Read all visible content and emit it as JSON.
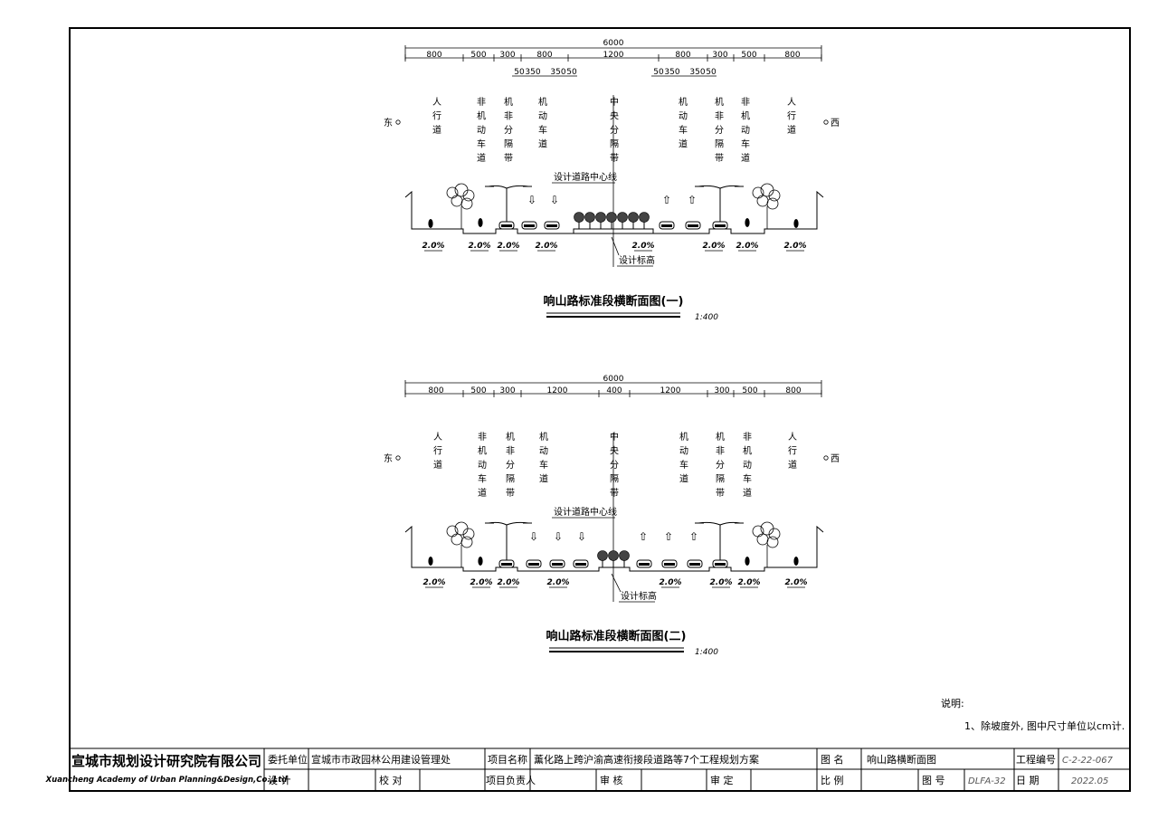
{
  "sections": [
    {
      "total_width": "6000",
      "dims": [
        "800",
        "500",
        "300",
        "800",
        "1200",
        "800",
        "300",
        "500",
        "800"
      ],
      "sub_dims_left": [
        "50",
        "350",
        "350",
        "50"
      ],
      "sub_dims_right": [
        "50",
        "350",
        "350",
        "50"
      ],
      "left_dir": "东",
      "right_dir": "西",
      "lanes": [
        {
          "key": "sidewalk-left",
          "chars": [
            "人",
            "行",
            "道"
          ]
        },
        {
          "key": "bike-lane-left",
          "chars": [
            "非",
            "机",
            "动",
            "车",
            "道"
          ]
        },
        {
          "key": "separator-left",
          "chars": [
            "机",
            "非",
            "分",
            "隔",
            "带"
          ]
        },
        {
          "key": "motor-lane-left",
          "chars": [
            "机",
            "动",
            "车",
            "道"
          ]
        },
        {
          "key": "median",
          "chars": [
            "中",
            "央",
            "分",
            "隔",
            "带"
          ]
        },
        {
          "key": "motor-lane-right",
          "chars": [
            "机",
            "动",
            "车",
            "道"
          ]
        },
        {
          "key": "separator-right",
          "chars": [
            "机",
            "非",
            "分",
            "隔",
            "带"
          ]
        },
        {
          "key": "bike-lane-right",
          "chars": [
            "非",
            "机",
            "动",
            "车",
            "道"
          ]
        },
        {
          "key": "sidewalk-right",
          "chars": [
            "人",
            "行",
            "道"
          ]
        }
      ],
      "centerline_label": "设计道路中心线",
      "elevation_label": "设计标高",
      "slopes": [
        "2.0%",
        "2.0%",
        "2.0%",
        "2.0%",
        "2.0%",
        "2.0%",
        "2.0%",
        "2.0%"
      ],
      "title": "响山路标准段横断面图(一)",
      "scale": "1:400"
    },
    {
      "total_width": "6000",
      "dims": [
        "800",
        "500",
        "300",
        "1200",
        "400",
        "1200",
        "300",
        "500",
        "800"
      ],
      "left_dir": "东",
      "right_dir": "西",
      "lanes": [
        {
          "key": "sidewalk-left",
          "chars": [
            "人",
            "行",
            "道"
          ]
        },
        {
          "key": "bike-lane-left",
          "chars": [
            "非",
            "机",
            "动",
            "车",
            "道"
          ]
        },
        {
          "key": "separator-left",
          "chars": [
            "机",
            "非",
            "分",
            "隔",
            "带"
          ]
        },
        {
          "key": "motor-lane-left",
          "chars": [
            "机",
            "动",
            "车",
            "道"
          ]
        },
        {
          "key": "median",
          "chars": [
            "中",
            "央",
            "分",
            "隔",
            "带"
          ]
        },
        {
          "key": "motor-lane-right",
          "chars": [
            "机",
            "动",
            "车",
            "道"
          ]
        },
        {
          "key": "separator-right",
          "chars": [
            "机",
            "非",
            "分",
            "隔",
            "带"
          ]
        },
        {
          "key": "bike-lane-right",
          "chars": [
            "非",
            "机",
            "动",
            "车",
            "道"
          ]
        },
        {
          "key": "sidewalk-right",
          "chars": [
            "人",
            "行",
            "道"
          ]
        }
      ],
      "centerline_label": "设计道路中心线",
      "elevation_label": "设计标高",
      "slopes": [
        "2.0%",
        "2.0%",
        "2.0%",
        "2.0%",
        "2.0%",
        "2.0%",
        "2.0%",
        "2.0%"
      ],
      "title": "响山路标准段横断面图(二)",
      "scale": "1:400"
    }
  ],
  "notes": {
    "heading": "说明:",
    "item1": "1、除坡度外, 图中尺寸单位以cm计."
  },
  "title_block": {
    "company_cn": "宣城市规划设计研究院有限公司",
    "company_en": "Xuancheng Academy of Urban Planning&Design,Co.,Ltd",
    "client_label": "委托单位",
    "client_value": "宣城市市政园林公用建设管理处",
    "project_label": "项目名称",
    "project_value": "薰化路上跨沪渝高速衔接段道路等7个工程规划方案",
    "drawing_name_label": "图  名",
    "drawing_name_value": "响山路横断面图",
    "project_no_label": "工程编号",
    "project_no_value": "C-2-22-067",
    "design_label": "设  计",
    "check_label": "校  对",
    "pm_label": "项目负责人",
    "review_label": "审  核",
    "approve_label": "审  定",
    "scale_label": "比  例",
    "drawing_no_label": "图  号",
    "drawing_no_value": "DLFA-32",
    "date_label": "日  期",
    "date_value": "2022.05"
  }
}
